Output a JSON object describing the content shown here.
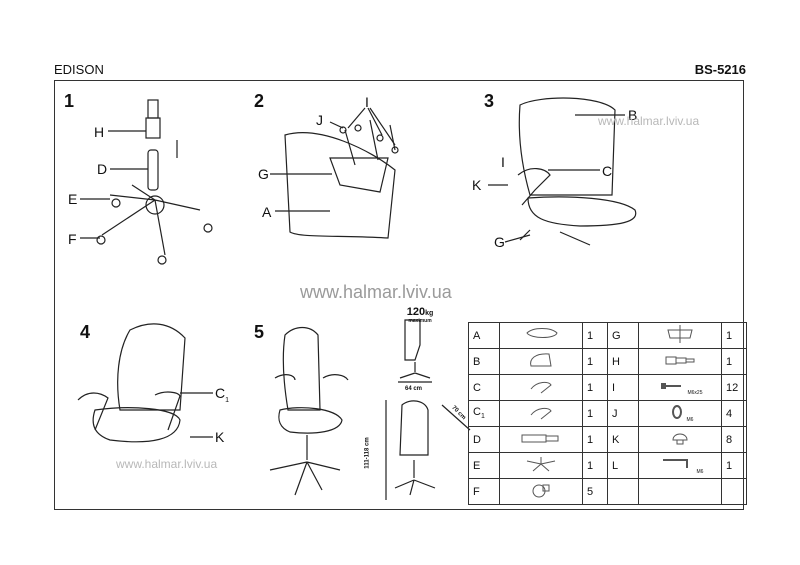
{
  "header": {
    "model": "EDISON",
    "code": "BS-5216"
  },
  "watermark": "www.halmar.lviv.ua",
  "steps": [
    "1",
    "2",
    "3",
    "4",
    "5"
  ],
  "callouts": {
    "s1": [
      "H",
      "D",
      "E",
      "F"
    ],
    "s2": [
      "J",
      "I",
      "G",
      "A"
    ],
    "s3": [
      "B",
      "I",
      "C",
      "K",
      "G"
    ],
    "s4": [
      "C",
      "1",
      "K"
    ]
  },
  "specs": {
    "max_load": "120",
    "max_load_unit": "kg",
    "max_load_note": "maximum",
    "width": "64 cm",
    "depth": "70 cm",
    "height": "111-118 cm"
  },
  "parts": [
    {
      "left": {
        "label": "A",
        "qty": "1",
        "icon": "seat-icon"
      },
      "right": {
        "label": "G",
        "qty": "1",
        "icon": "mechanism-icon",
        "note": ""
      }
    },
    {
      "left": {
        "label": "B",
        "qty": "1",
        "icon": "backrest-icon"
      },
      "right": {
        "label": "H",
        "qty": "1",
        "icon": "gas-lift-cover-icon",
        "note": ""
      }
    },
    {
      "left": {
        "label": "C",
        "qty": "1",
        "icon": "armrest-icon"
      },
      "right": {
        "label": "I",
        "qty": "12",
        "icon": "bolt-icon",
        "note": "M6x25"
      }
    },
    {
      "left": {
        "label": "C",
        "sub": "1",
        "qty": "1",
        "icon": "armrest-icon"
      },
      "right": {
        "label": "J",
        "qty": "4",
        "icon": "washer-icon",
        "note": "M6"
      }
    },
    {
      "left": {
        "label": "D",
        "qty": "1",
        "icon": "gas-lift-icon"
      },
      "right": {
        "label": "K",
        "qty": "8",
        "icon": "cap-icon",
        "note": ""
      }
    },
    {
      "left": {
        "label": "E",
        "qty": "1",
        "icon": "star-base-icon"
      },
      "right": {
        "label": "L",
        "qty": "1",
        "icon": "allen-key-icon",
        "note": "M6"
      }
    },
    {
      "left": {
        "label": "F",
        "qty": "5",
        "icon": "caster-icon"
      },
      "right": null
    }
  ]
}
